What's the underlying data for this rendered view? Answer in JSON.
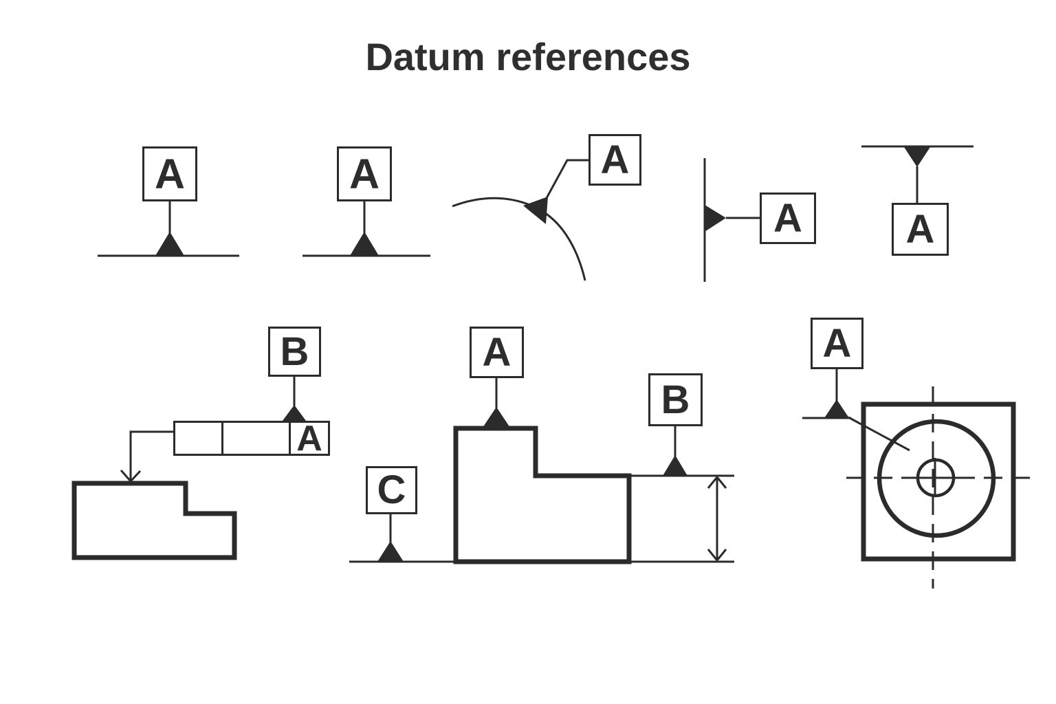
{
  "title": "Datum references",
  "colors": {
    "ink": "#2b2b2b",
    "background": "#ffffff"
  },
  "top_row": {
    "flat_surface_datum_1": {
      "label": "A"
    },
    "flat_surface_datum_2": {
      "label": "A"
    },
    "curved_surface_datum": {
      "label": "A"
    },
    "side_surface_datum": {
      "label": "A"
    },
    "overhead_surface_datum": {
      "label": "A"
    }
  },
  "bottom_row": {
    "feature_control_frame_group": {
      "datum_label": "B",
      "cells": [
        "",
        "",
        "A"
      ]
    },
    "stepped_part_group": {
      "top_datum_label": "A",
      "base_datum_label": "C",
      "height_datum_label": "B"
    },
    "hole_part_group": {
      "datum_label": "A"
    }
  }
}
